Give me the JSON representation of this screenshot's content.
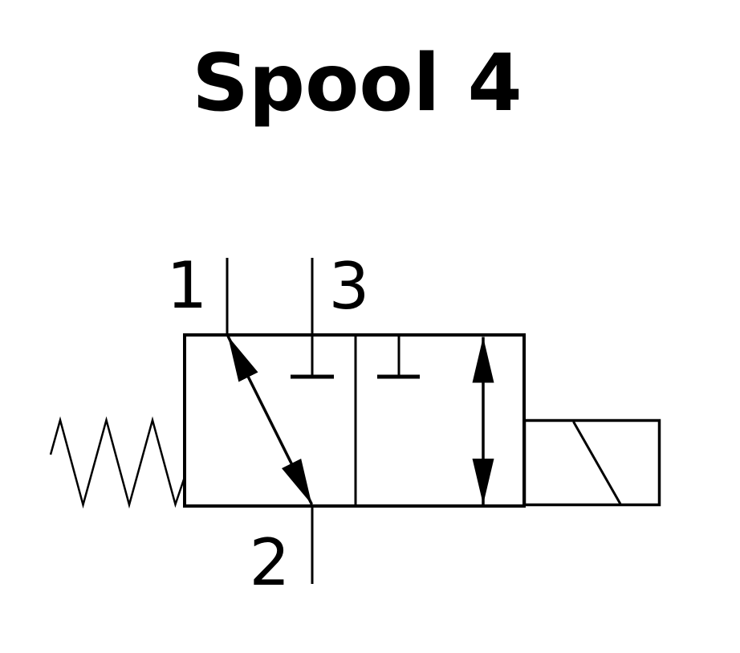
{
  "title": "Spool 4",
  "page": {
    "background": "#ffffff"
  },
  "schematic": {
    "kind": "two-position-three-port-directional-valve-symbol",
    "line_color": "#000000",
    "ports": {
      "port1_label": "1",
      "port2_label": "2",
      "port3_label": "3"
    },
    "icons": [
      "spring-return-icon",
      "solenoid-actuator-icon",
      "blocked-port-icon",
      "flow-path-arrow-icon"
    ]
  }
}
